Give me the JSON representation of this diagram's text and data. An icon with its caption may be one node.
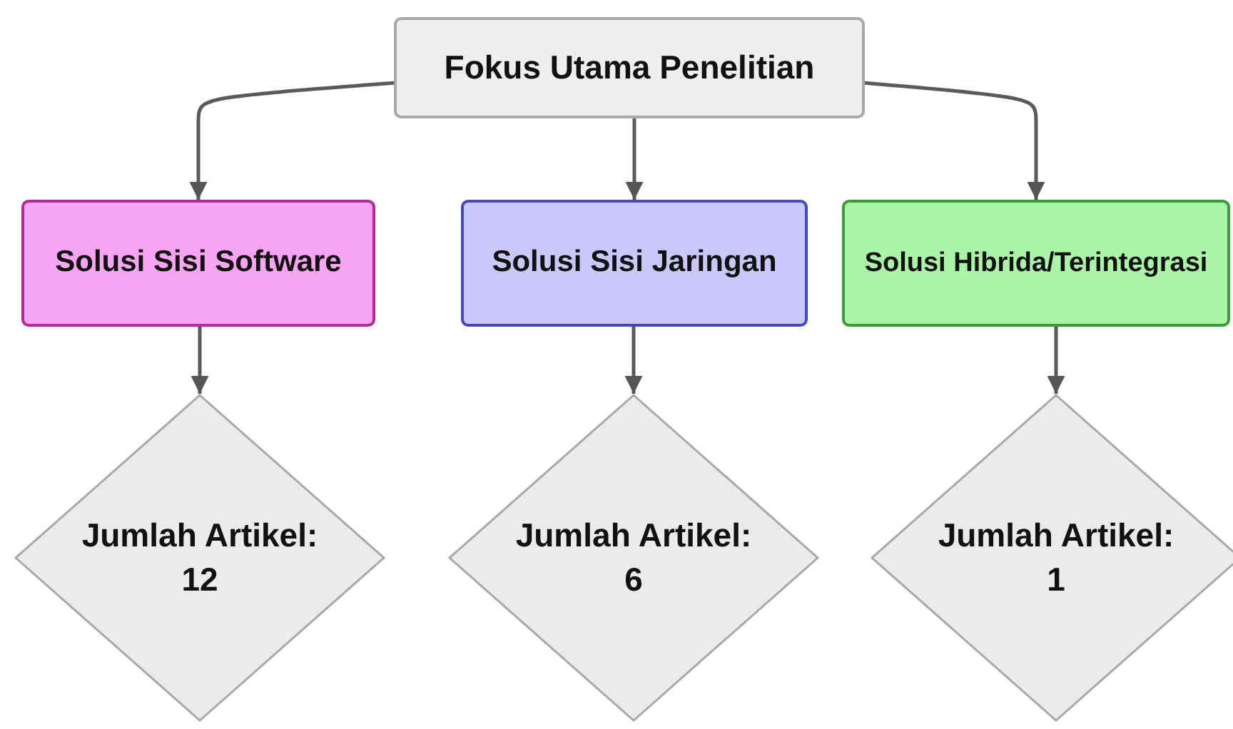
{
  "diagram": {
    "nodes": [
      {
        "text": [
          "Fokus Utama Penelitian"
        ]
      },
      {
        "text": [
          "Solusi Sisi Software"
        ]
      },
      {
        "text": [
          "Solusi Sisi Jaringan"
        ]
      },
      {
        "text": [
          "Solusi Hibrida/Terintegrasi"
        ]
      },
      {
        "text": [
          "Jumlah Artikel:",
          "12"
        ]
      },
      {
        "text": [
          "Jumlah Artikel:",
          "6"
        ]
      },
      {
        "text": [
          "Jumlah Artikel:",
          "1"
        ]
      }
    ],
    "edges": [
      {
        "from": 0,
        "to": 1,
        "arrow": "to"
      },
      {
        "from": 0,
        "to": 2,
        "arrow": "to"
      },
      {
        "from": 0,
        "to": 3,
        "arrow": "to"
      },
      {
        "from": 1,
        "to": 4,
        "arrow": "to"
      },
      {
        "from": 2,
        "to": 5,
        "arrow": "to"
      },
      {
        "from": 3,
        "to": 6,
        "arrow": "to"
      }
    ]
  }
}
